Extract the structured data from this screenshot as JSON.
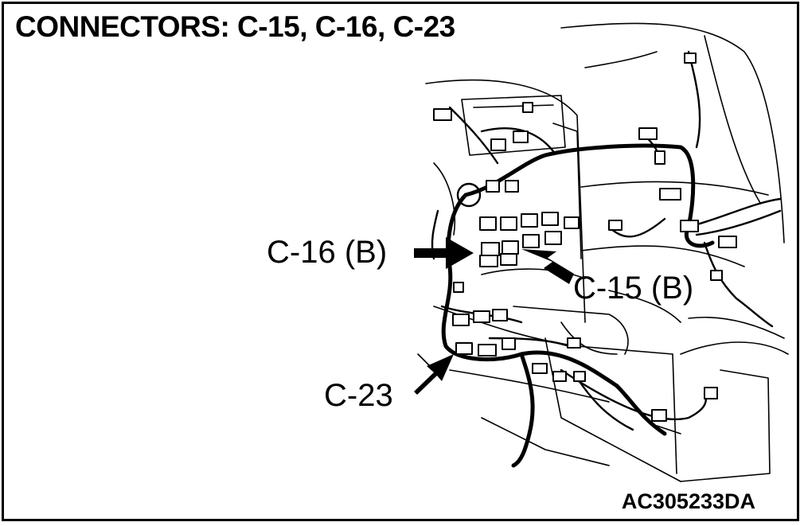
{
  "title": "CONNECTORS: C-15, C-16, C-23",
  "callouts": {
    "c16": "C-16 (B)",
    "c15": "C-15 (B)",
    "c23": "C-23"
  },
  "figure_id": "AC305233DA"
}
